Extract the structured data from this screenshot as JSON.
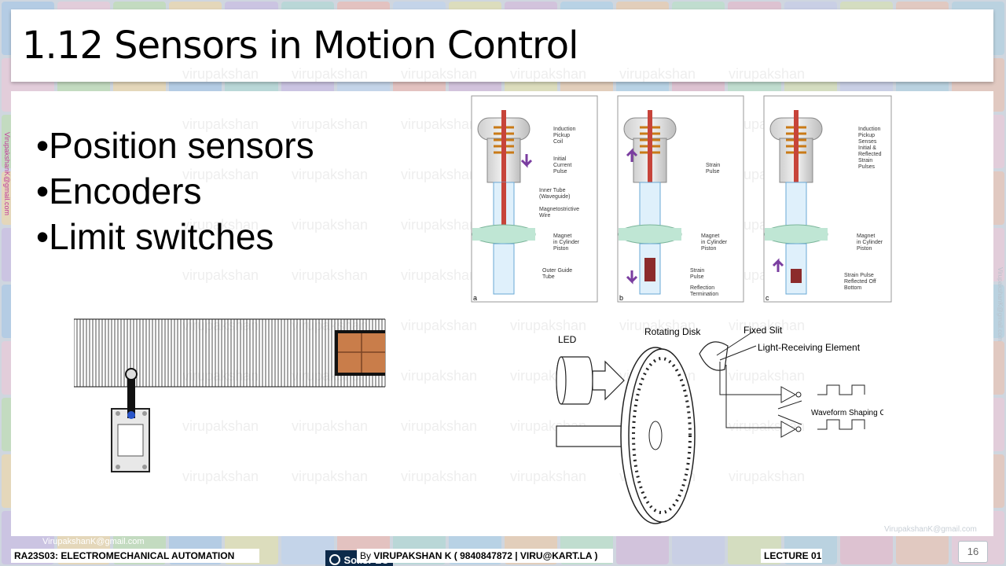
{
  "slide": {
    "title": "1.12 Sensors in Motion Control",
    "bullets": [
      "Position sensors",
      "Encoders",
      "Limit switches"
    ],
    "watermark_text": "virupakshan",
    "side_email": "VirupakshanK@gmail.com",
    "page_number": "16"
  },
  "magnetostrictive_figure": {
    "panel_labels": [
      "a",
      "b",
      "c"
    ],
    "panel_a": [
      "Induction",
      "Pickup",
      "Coil",
      "Initial",
      "Current",
      "Pulse",
      "Inner Tube",
      "(Waveguide)",
      "Magnetostrictive",
      "Wire",
      "Magnet",
      "in Cylinder",
      "Piston",
      "Outer Guide",
      "Tube"
    ],
    "panel_b": [
      "Strain",
      "Pulse",
      "Magnet",
      "in Cylinder",
      "Piston",
      "Strain",
      "Pulse",
      "Reflection",
      "Termination"
    ],
    "panel_c": [
      "Induction",
      "Pickup",
      "Senses",
      "Initial &",
      "Reflected",
      "Strain",
      "Pulses",
      "Magnet",
      "in Cylinder",
      "Piston",
      "Strain Pulse",
      "Reflected Off",
      "Bottom"
    ]
  },
  "encoder_figure": {
    "led": "LED",
    "rotating_disk": "Rotating Disk",
    "fixed_slit": "Fixed Slit",
    "light_receiving": "Light-Receiving Element",
    "waveform": "Waveform Shaping Circuit"
  },
  "logo": {
    "text": "SolisPLC"
  },
  "footer": {
    "course": "RA23S03:   ELECTROMECHANICAL AUTOMATION",
    "by_prefix": "By ",
    "author": "VIRUPAKSHAN K",
    "contact": " ( 9840847872 | VIRU@KART.LA )",
    "lecture": "LECTURE 01",
    "email": "VirupakshanK@gmail.com"
  }
}
